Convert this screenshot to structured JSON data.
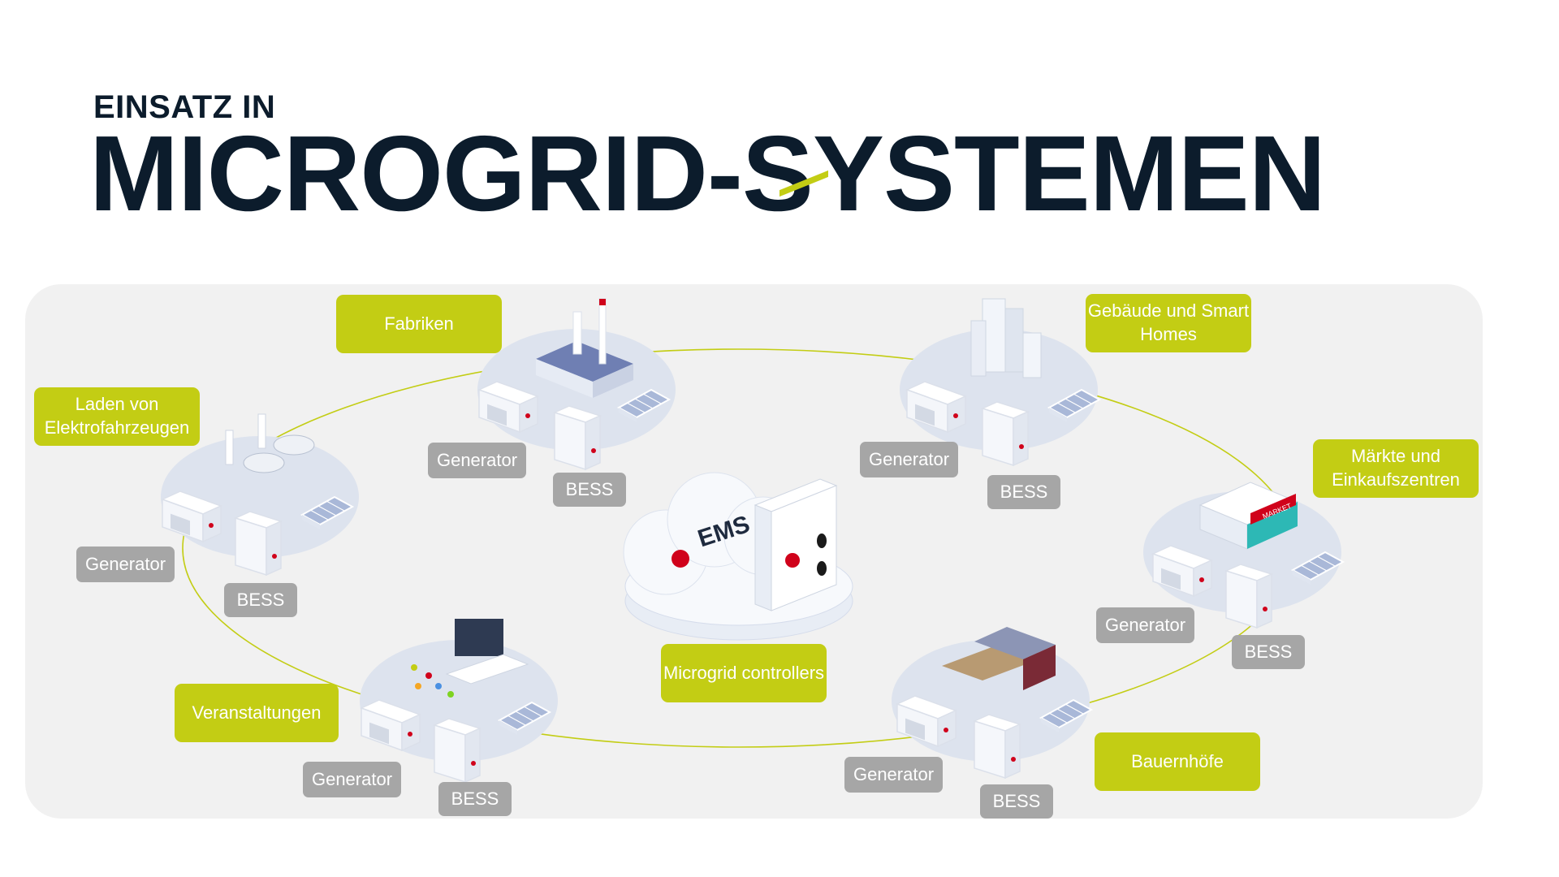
{
  "header": {
    "subtitle": "EINSATZ IN",
    "title": "MICROGRID-SYSTEMEN"
  },
  "sites": {
    "fabriken": "Fabriken",
    "laden": "Laden von Elektrofahrzeugen",
    "gebaeude": "Gebäude und Smart Homes",
    "maerkte": "Märkte und Einkaufszentren",
    "veranstaltungen": "Veranstaltungen",
    "bauernhoefe": "Bauernhöfe"
  },
  "center": {
    "label": "Microgrid controllers",
    "ems_text": "EMS",
    "store_sign": "MARKET"
  },
  "components": {
    "generator": "Generator",
    "bess": "BESS"
  },
  "colors": {
    "accent": "#c3cd14",
    "component_label": "#a6a6a6",
    "title": "#0c1c2c",
    "panel": "#f1f1f1"
  }
}
